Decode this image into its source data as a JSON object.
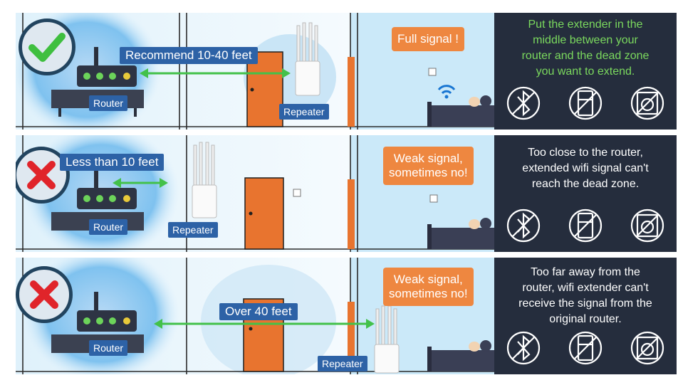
{
  "colors": {
    "ok_text": "#7bd95e",
    "info_text": "#ffffff",
    "info_bg": "#252d3d",
    "bubble": "#ee8740",
    "tag": "#2d62a6",
    "arrow": "#43c14a",
    "door": "#e8742f"
  },
  "panels": [
    {
      "status": "recommended",
      "status_icon": "check-icon",
      "bubble": "Full signal !",
      "distance": "Recommend 10-40 feet",
      "router_label": "Router",
      "repeater_label": "Repeater",
      "info": "Put the extender in the\nmiddle between your\nrouter and the dead zone\nyou want to extend.",
      "icons": [
        "no-bluetooth-icon",
        "no-refrigerator-icon",
        "no-microwave-icon"
      ]
    },
    {
      "status": "too-close",
      "status_icon": "cross-icon",
      "bubble": "Weak signal,\nsometimes no!",
      "distance": "Less than 10 feet",
      "router_label": "Router",
      "repeater_label": "Repeater",
      "info": "Too close to the router,\nextended wifi signal can't\nreach the dead zone.",
      "icons": [
        "no-bluetooth-icon",
        "no-refrigerator-icon",
        "no-microwave-icon"
      ]
    },
    {
      "status": "too-far",
      "status_icon": "cross-icon",
      "bubble": "Weak signal,\nsometimes no!",
      "distance": "Over 40 feet",
      "router_label": "Router",
      "repeater_label": "Repeater",
      "info": "Too far away from the\nrouter, wifi extender can't\nreceive the signal from the\noriginal router.",
      "icons": [
        "no-bluetooth-icon",
        "no-refrigerator-icon",
        "no-microwave-icon"
      ]
    }
  ]
}
